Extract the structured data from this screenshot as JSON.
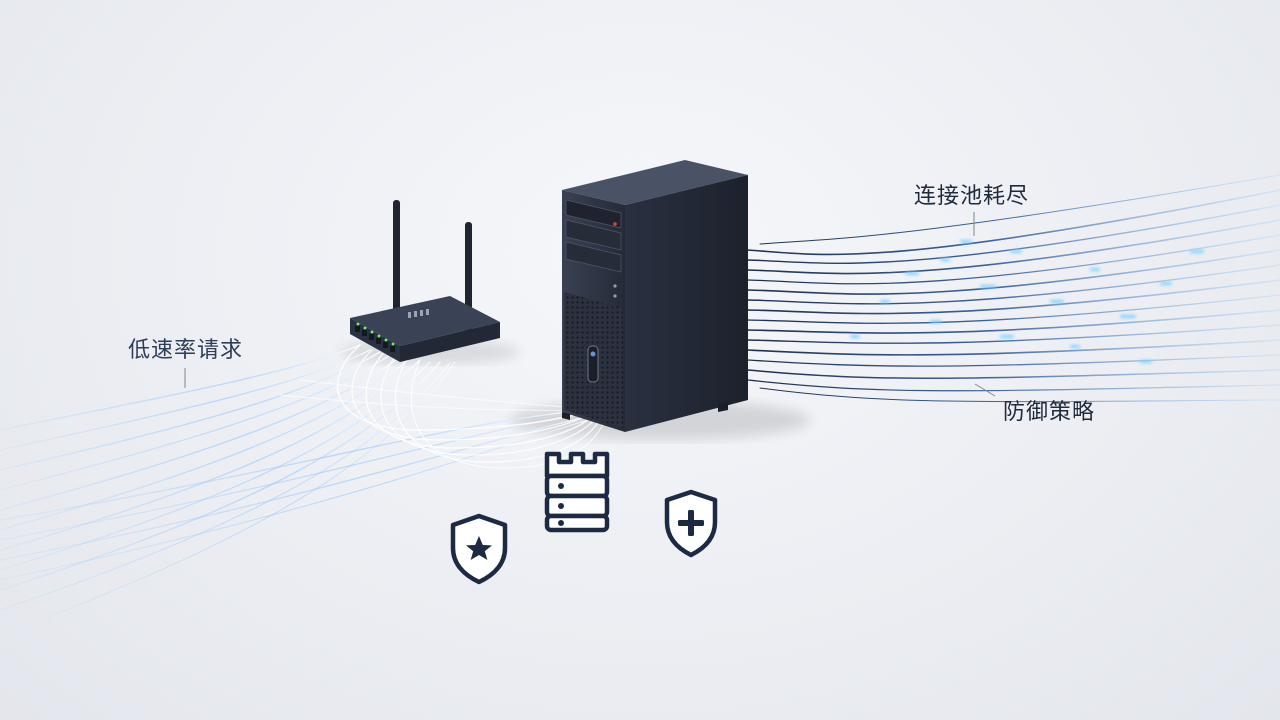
{
  "labels": {
    "low_rate_requests": "低速率请求",
    "connection_pool_exhausted": "连接池耗尽",
    "defense_strategy": "防御策略"
  },
  "icons": {
    "left_shield": "shield-star-icon",
    "center_tower": "database-tower-icon",
    "right_shield": "shield-plus-icon"
  },
  "colors": {
    "device_dark": "#2a3040",
    "icon_navy": "#1d2a44",
    "stream_blue": "#4aa3ff",
    "router_led": "#6cff5a"
  }
}
